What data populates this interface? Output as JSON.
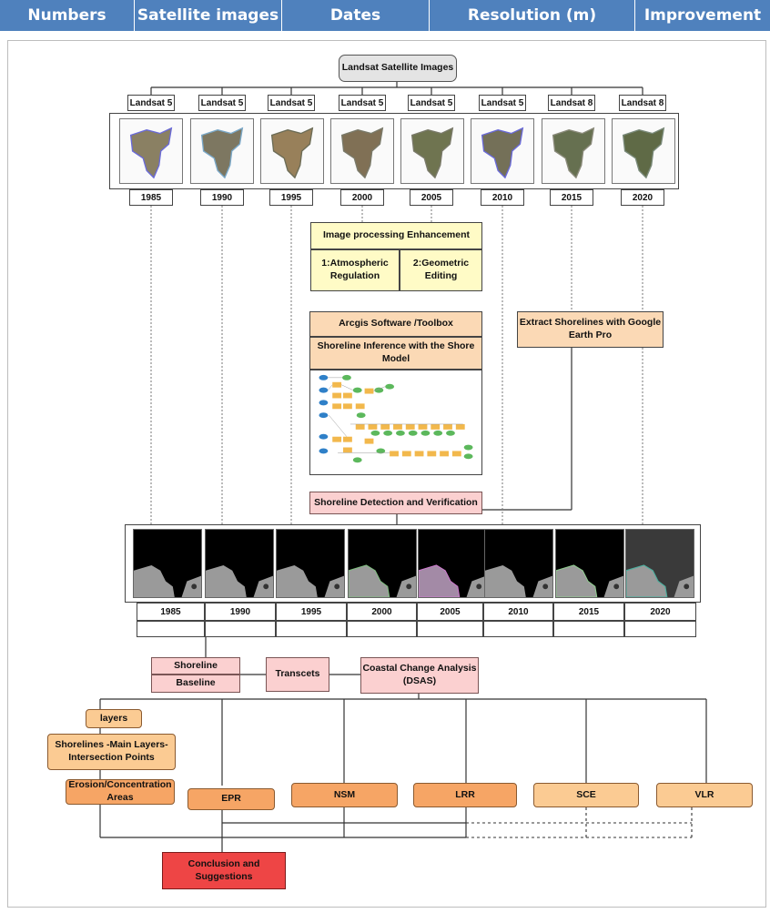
{
  "table_header": [
    "Numbers",
    "Satellite images",
    "Dates",
    "Resolution (m)",
    "Improvement"
  ],
  "header_color": "#4f81bd",
  "root_label": "Landsat Satellite Images",
  "sensors": [
    "Landsat 5",
    "Landsat 5",
    "Landsat 5",
    "Landsat 5",
    "Landsat 5",
    "Landsat 5",
    "Landsat 8",
    "Landsat 8"
  ],
  "years": [
    "1985",
    "1990",
    "1995",
    "2000",
    "2005",
    "2010",
    "2015",
    "2020"
  ],
  "image_processing": {
    "title": "Image processing Enhancement",
    "step1": "1:Atmospheric Regulation",
    "step2": "2:Geometric Editing"
  },
  "arcgis": {
    "title": "Arcgis Software /Toolbox",
    "subtitle": "Shoreline Inference with the Shore Model"
  },
  "google_earth": "Extract Shorelines with Google Earth Pro",
  "detection": "Shoreline Detection and Verification",
  "analysis": {
    "shoreline": "Shoreline",
    "baseline": "Baseline",
    "transects": "Transcets",
    "coastal": "Coastal Change Analysis (DSAS)"
  },
  "left_branch": {
    "layers": "layers",
    "main_layers": "Shorelines -Main Layers-Intersection Points",
    "erosion": "Erosion/Concentration Areas"
  },
  "metrics": [
    "EPR",
    "NSM",
    "LRR",
    "SCE",
    "VLR"
  ],
  "conclusion": "Conclusion and Suggestions",
  "colors": {
    "yellow": "#fffbc6",
    "peach": "#fbd9b5",
    "pink": "#fbd0d0",
    "orange": "#f6a565",
    "light_orange": "#fbcb93",
    "red": "#ee4545"
  }
}
